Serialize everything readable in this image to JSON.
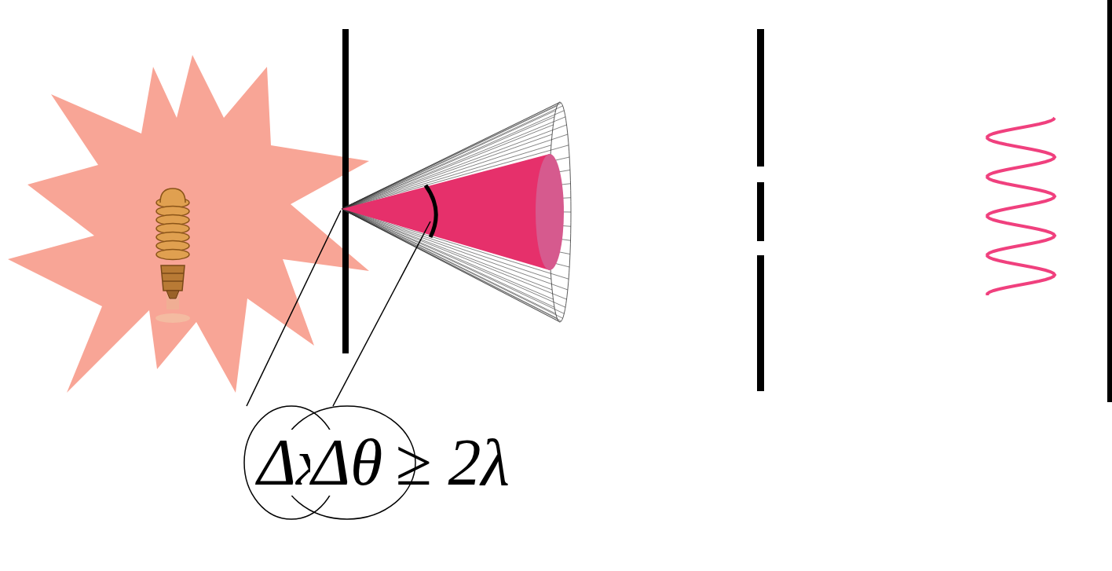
{
  "diagram": {
    "nodes": [
      {
        "text": [
          "Δx"
        ]
      },
      {
        "text": [
          "Δθ"
        ]
      }
    ],
    "labels": [
      "≥ 2λ"
    ]
  }
}
